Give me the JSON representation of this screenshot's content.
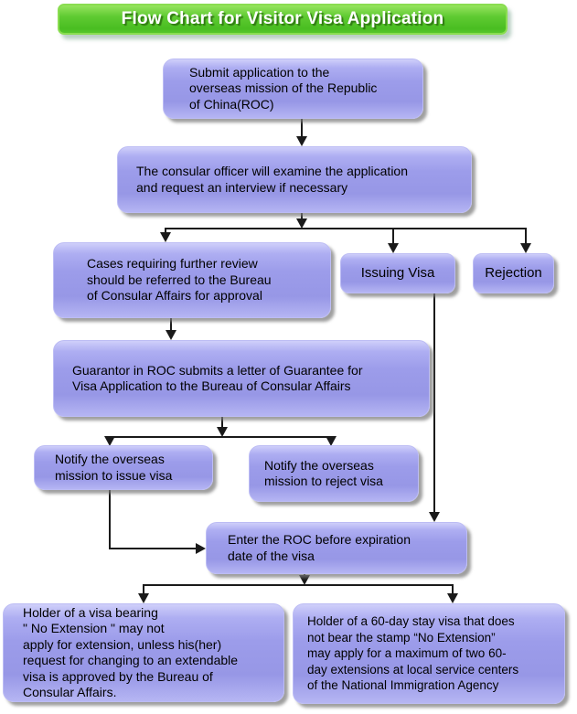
{
  "title": "Flow Chart for Visitor Visa Application",
  "nodes": {
    "submit": {
      "text": "Submit application to the\noverseas mission of the Republic\nof China(ROC)"
    },
    "examine": {
      "text": "The consular officer will examine the application\nand request an interview if necessary"
    },
    "cases": {
      "text": "Cases requiring further review\nshould be referred to the Bureau\nof Consular Affairs for approval"
    },
    "issuing": {
      "text": "Issuing Visa"
    },
    "rejection": {
      "text": "Rejection"
    },
    "guarantor": {
      "text": "Guarantor in ROC submits a letter of Guarantee for\nVisa Application to the Bureau of Consular Affairs"
    },
    "notify_issue": {
      "text": "Notify the overseas\nmission to issue visa"
    },
    "notify_reject": {
      "text": "Notify the overseas\nmission to reject visa"
    },
    "enter": {
      "text": "Enter the ROC before expiration\ndate of the visa"
    },
    "no_extension": {
      "text": "Holder of a visa bearing\n\" No Extension \" may not\napply for extension, unless his(her)\nrequest for changing to an extendable\nvisa is approved by the Bureau of\nConsular Affairs."
    },
    "sixty_day": {
      "text": "Holder of a 60-day stay visa that does\nnot bear the stamp “No Extension”\nmay apply for a maximum of two 60-\nday extensions at local service centers\nof the National Immigration Agency"
    }
  },
  "colors": {
    "node_fill": "#9c9cea",
    "node_edge": "#c6c6f6",
    "node_shadow": "#7a7a7a",
    "connector": "#1a1a1a",
    "banner_green": "#52c727",
    "banner_border": "#8add51",
    "banner_text": "#ffffff",
    "text": "#000000",
    "background": "#ffffff"
  }
}
